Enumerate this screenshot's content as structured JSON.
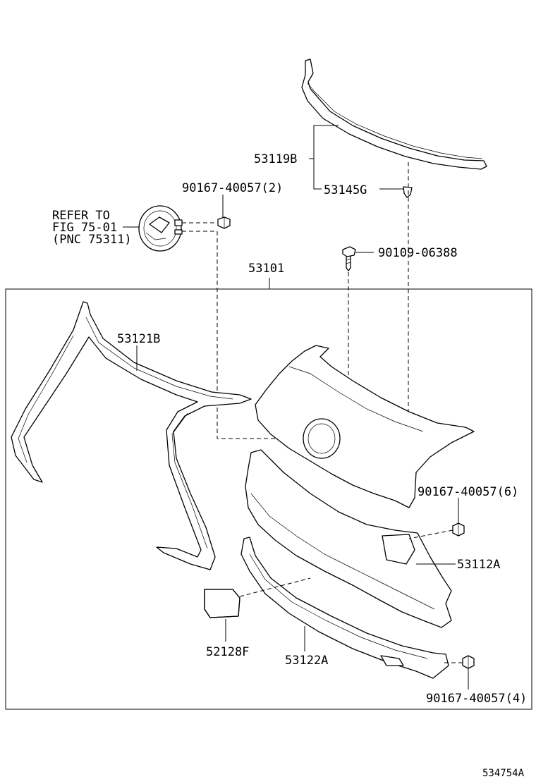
{
  "diagram": {
    "labels": {
      "p53119B": "53119B",
      "p53145G": "53145G",
      "p90167_2": "90167-40057(2)",
      "p90109": "90109-06388",
      "refer_line1": "REFER TO",
      "refer_line2": "FIG 75-01",
      "refer_line3": "(PNC 75311)",
      "p53101": "53101",
      "p53121B": "53121B",
      "p90167_6": "90167-40057(6)",
      "p53112A": "53112A",
      "p52128F": "52128F",
      "p53122A": "53122A",
      "p90167_4": "90167-40057(4)"
    },
    "figure_id": "534754A"
  }
}
